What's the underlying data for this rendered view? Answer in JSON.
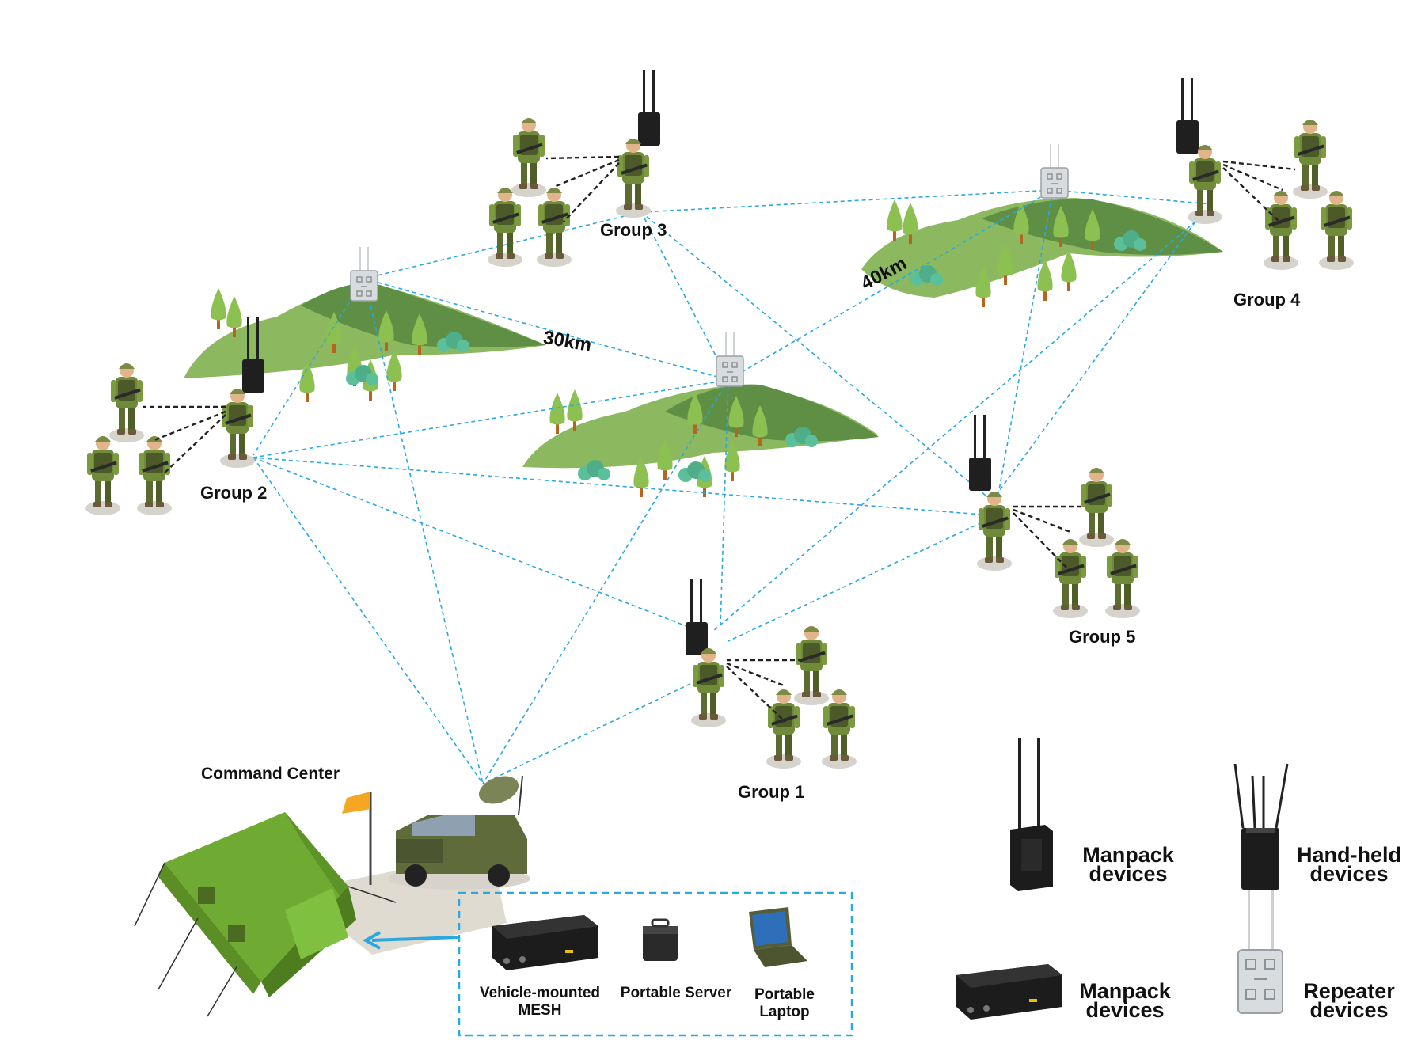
{
  "groups": [
    {
      "id": "group1",
      "label": "Group 1"
    },
    {
      "id": "group2",
      "label": "Group 2"
    },
    {
      "id": "group3",
      "label": "Group 3"
    },
    {
      "id": "group4",
      "label": "Group 4"
    },
    {
      "id": "group5",
      "label": "Group 5"
    }
  ],
  "distances": {
    "d30": "30km",
    "d40": "40km"
  },
  "command_center": {
    "label": "Command Center"
  },
  "equipment_box": {
    "items": [
      {
        "label_line1": "Vehicle-mounted",
        "label_line2": "MESH"
      },
      {
        "label_line1": "Portable Server",
        "label_line2": ""
      },
      {
        "label_line1": "Portable",
        "label_line2": "Laptop"
      }
    ]
  },
  "legend": [
    {
      "line1": "Manpack",
      "line2": "devices"
    },
    {
      "line1": "Hand-held",
      "line2": "devices"
    },
    {
      "line1": "Manpack",
      "line2": "devices"
    },
    {
      "line1": "Repeater",
      "line2": "devices"
    }
  ],
  "colors": {
    "link": "#29a9e1",
    "soldier_link": "#222222",
    "hill_light": "#8cb860",
    "hill_dark": "#5e8f45",
    "tent": "#79b83a",
    "flag": "#f5a623",
    "device_dark": "#1c1c1c",
    "repeater": "#d9dcdf"
  }
}
